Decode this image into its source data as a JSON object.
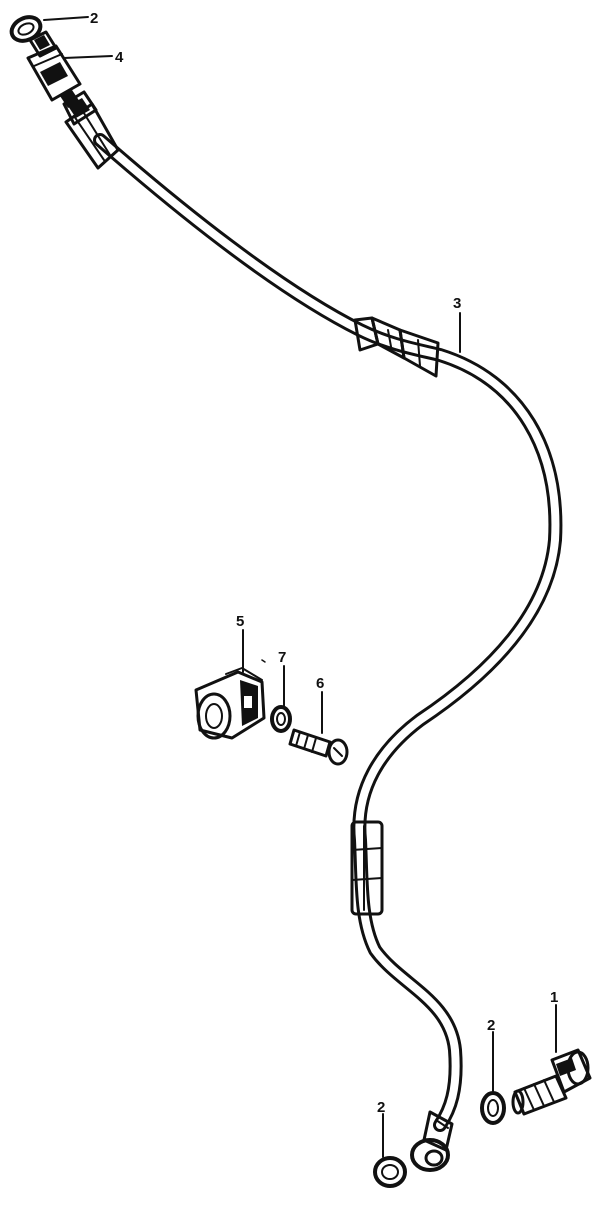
{
  "diagram": {
    "colors": {
      "ink": "#111111",
      "background": "#ffffff"
    },
    "callouts": [
      {
        "id": "c1",
        "label": "1",
        "part": "union bolt"
      },
      {
        "id": "c2a",
        "label": "2",
        "part": "washer (top)"
      },
      {
        "id": "c2b",
        "label": "2",
        "part": "washer (bottom right)"
      },
      {
        "id": "c2c",
        "label": "2",
        "part": "washer (bottom left)"
      },
      {
        "id": "c3",
        "label": "3",
        "part": "brake hose"
      },
      {
        "id": "c4",
        "label": "4",
        "part": "fitting"
      },
      {
        "id": "c5",
        "label": "5",
        "part": "hose clamp"
      },
      {
        "id": "c6",
        "label": "6",
        "part": "bolt"
      },
      {
        "id": "c7",
        "label": "7",
        "part": "washer"
      }
    ]
  }
}
